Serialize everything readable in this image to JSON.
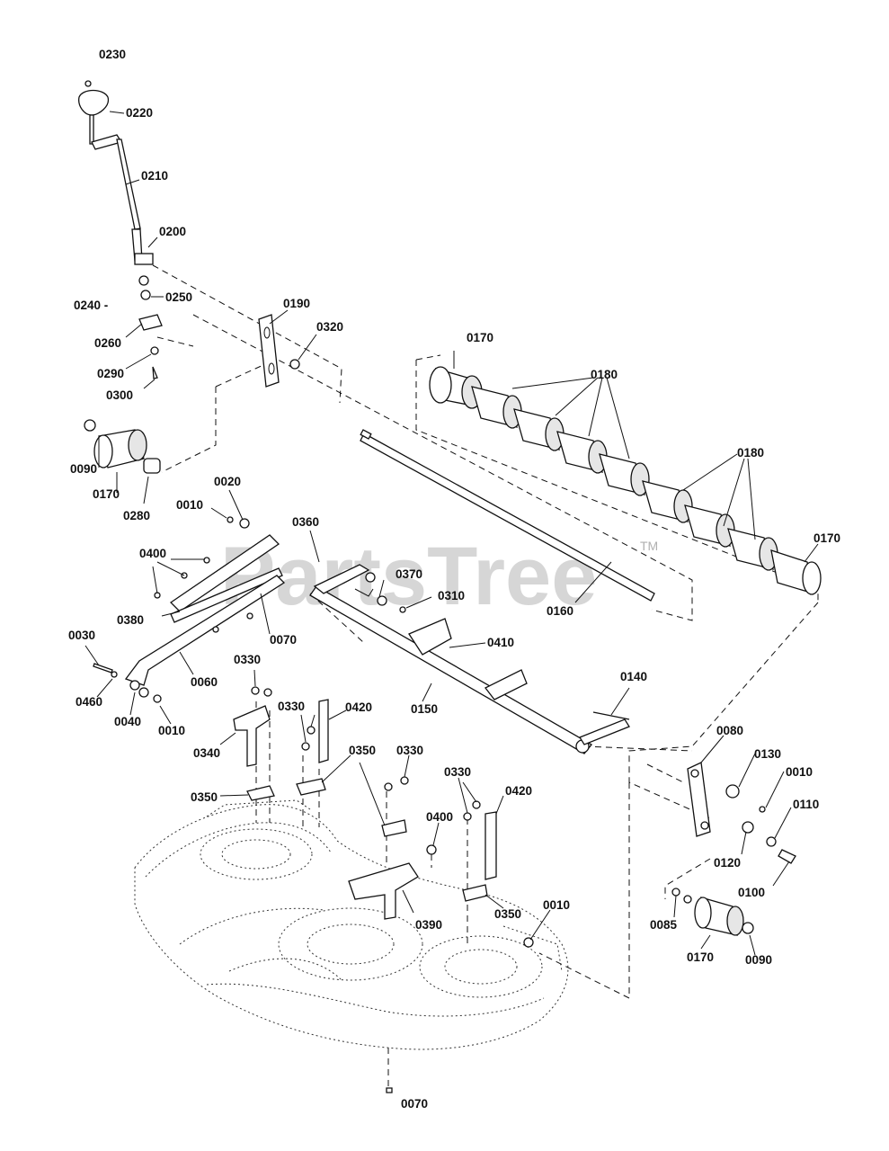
{
  "watermark": {
    "text": "PartsTree",
    "tm": "TM"
  },
  "callouts": {
    "c0230": "0230",
    "c0220": "0220",
    "c0210": "0210",
    "c0200": "0200",
    "c0240": "0240 -",
    "c0250": "0250",
    "c0260": "0260",
    "c0290": "0290",
    "c0300": "0300",
    "c0190": "0190",
    "c0320": "0320",
    "c0170a": "0170",
    "c0180a": "0180",
    "c0180b": "0180",
    "c0170b": "0170",
    "c0090a": "0090",
    "c0170c": "0170",
    "c0280": "0280",
    "c0010a": "0010",
    "c0020": "0020",
    "c0360": "0360",
    "c0400a": "0400",
    "c0370": "0370",
    "c0310": "0310",
    "c0380": "0380",
    "c0070a": "0070",
    "c0160": "0160",
    "c0030": "0030",
    "c0410": "0410",
    "c0060": "0060",
    "c0460": "0460",
    "c0040": "0040",
    "c0010b": "0010",
    "c0150": "0150",
    "c0330a": "0330",
    "c0140": "0140",
    "c0330b": "0330",
    "c0420a": "0420",
    "c0340": "0340",
    "c0080": "0080",
    "c0130": "0130",
    "c0010c": "0010",
    "c0350a": "0350",
    "c0350b": "0350",
    "c0330c": "0330",
    "c0330d": "0330",
    "c0420b": "0420",
    "c0110": "0110",
    "c0400b": "0400",
    "c0120": "0120",
    "c0100": "0100",
    "c0390": "0390",
    "c0350c": "0350",
    "c0010d": "0010",
    "c0085": "0085",
    "c0170d": "0170",
    "c0090b": "0090",
    "c0070b": "0070"
  }
}
